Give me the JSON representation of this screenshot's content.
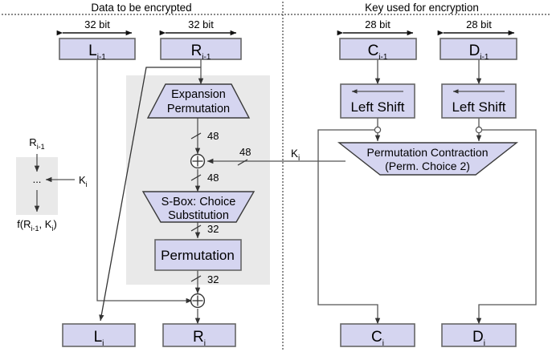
{
  "diagram": {
    "title_left": "Data to be encrypted",
    "title_right": "Key used for encryption",
    "colors": {
      "node_fill": "#d5d5f0",
      "node_stroke": "#666666",
      "band_fill": "#e9e9e9",
      "wire": "#555555"
    }
  },
  "measures": {
    "left_bits": "32 bit",
    "right_bits": "32 bit",
    "key_left_bits": "28 bit",
    "key_right_bits": "28 bit"
  },
  "data_blocks": {
    "l_prev": {
      "base": "L",
      "sub": "i-1"
    },
    "r_prev": {
      "base": "R",
      "sub": "i-1"
    },
    "l_out": {
      "base": "L",
      "sub": "i"
    },
    "r_out": {
      "base": "R",
      "sub": "i"
    }
  },
  "key_blocks": {
    "c_prev": {
      "base": "C",
      "sub": "i-1"
    },
    "d_prev": {
      "base": "D",
      "sub": "i-1"
    },
    "c_out": {
      "base": "C",
      "sub": "i"
    },
    "d_out": {
      "base": "D",
      "sub": "i"
    }
  },
  "functions": {
    "expansion": {
      "line1": "Expansion",
      "line2": "Permutation"
    },
    "sbox": {
      "line1": "S-Box: Choice",
      "line2": "Substitution"
    },
    "permutation": {
      "label": "Permutation"
    },
    "left_shift_c": {
      "label": "Left Shift"
    },
    "left_shift_d": {
      "label": "Left Shift"
    },
    "perm_contraction": {
      "line1": "Permutation Contraction",
      "line2": "(Perm. Choice 2)"
    }
  },
  "bus_labels": {
    "expansion_out": "48",
    "xor_out": "48",
    "key_in": "48",
    "sbox_out": "32",
    "perm_out": "32",
    "subkey": {
      "base": "K",
      "sub": "i"
    }
  },
  "legend": {
    "input": {
      "base": "R",
      "sub": "i-1"
    },
    "dots": "...",
    "key": {
      "base": "K",
      "sub": "i"
    },
    "output_prefix": "f(R",
    "output_sub1": "i-1",
    "output_mid": ", K",
    "output_sub2": "i",
    "output_suffix": ")"
  }
}
